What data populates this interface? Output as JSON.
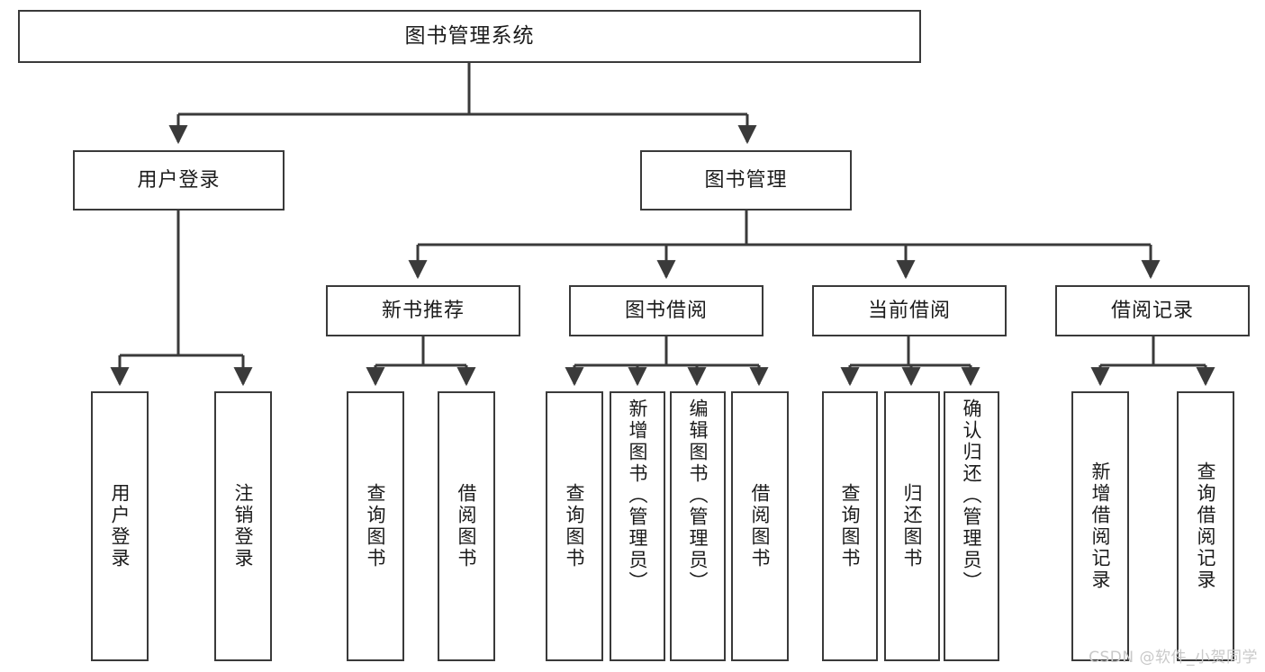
{
  "diagram": {
    "title": "图书管理系统",
    "type": "tree",
    "watermark": "CSDN @软件_小贺同学",
    "colors": {
      "border": "#3a3a3a",
      "background": "#ffffff",
      "text": "#1b1b1b",
      "edge": "#3a3a3a",
      "watermark": "#c9c9c9"
    },
    "nodes": {
      "root": {
        "label": "图书管理系统"
      },
      "level2": [
        {
          "id": "user-login",
          "label": "用户登录"
        },
        {
          "id": "book-management",
          "label": "图书管理"
        }
      ],
      "level3": [
        {
          "id": "new-book-recommend",
          "label": "新书推荐"
        },
        {
          "id": "book-borrow",
          "label": "图书借阅"
        },
        {
          "id": "current-borrow",
          "label": "当前借阅"
        },
        {
          "id": "borrow-record",
          "label": "借阅记录"
        }
      ],
      "leaves": {
        "user-login": [
          {
            "id": "leaf-user-login",
            "label": "用户登录"
          },
          {
            "id": "leaf-logout-login",
            "label": "注销登录"
          }
        ],
        "new-book-recommend": [
          {
            "id": "leaf-query-book-1",
            "label": "查询图书"
          },
          {
            "id": "leaf-borrow-book-1",
            "label": "借阅图书"
          }
        ],
        "book-borrow": [
          {
            "id": "leaf-query-book-2",
            "label": "查询图书"
          },
          {
            "id": "leaf-add-book",
            "label": "新增图书（管理员）"
          },
          {
            "id": "leaf-edit-book",
            "label": "编辑图书（管理员）"
          },
          {
            "id": "leaf-borrow-book-2",
            "label": "借阅图书"
          }
        ],
        "current-borrow": [
          {
            "id": "leaf-query-book-3",
            "label": "查询图书"
          },
          {
            "id": "leaf-return-book",
            "label": "归还图书"
          },
          {
            "id": "leaf-confirm-return",
            "label": "确认归还（管理员）"
          }
        ],
        "borrow-record": [
          {
            "id": "leaf-add-record",
            "label": "新增借阅记录"
          },
          {
            "id": "leaf-query-record",
            "label": "查询借阅记录"
          }
        ]
      }
    }
  }
}
